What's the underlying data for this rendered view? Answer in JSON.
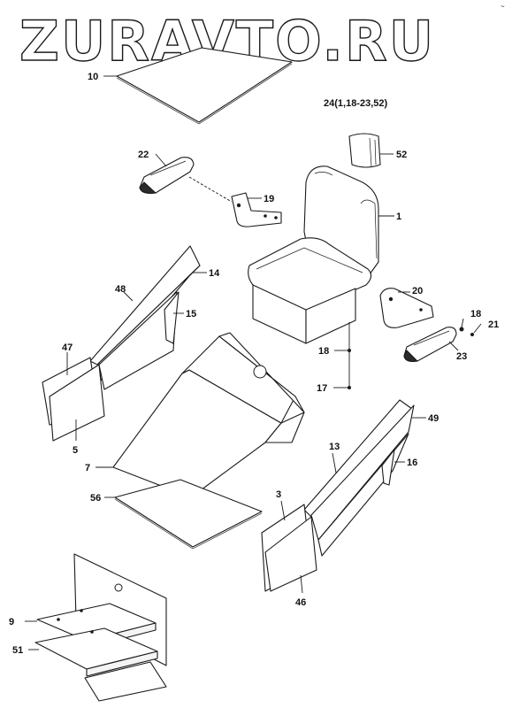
{
  "watermark": "ZURAVTO.RU",
  "corner_mark": "~",
  "group_label": "24(1,18-23,52)",
  "callouts": {
    "c1": "1",
    "c3": "3",
    "c5": "5",
    "c7": "7",
    "c9": "9",
    "c10": "10",
    "c13": "13",
    "c14": "14",
    "c15": "15",
    "c16": "16",
    "c17": "17",
    "c18a": "18",
    "c18b": "18",
    "c19": "19",
    "c20": "20",
    "c21": "21",
    "c22": "22",
    "c23": "23",
    "c46": "46",
    "c47": "47",
    "c48": "48",
    "c49": "49",
    "c51": "51",
    "c52": "52",
    "c56": "56"
  }
}
